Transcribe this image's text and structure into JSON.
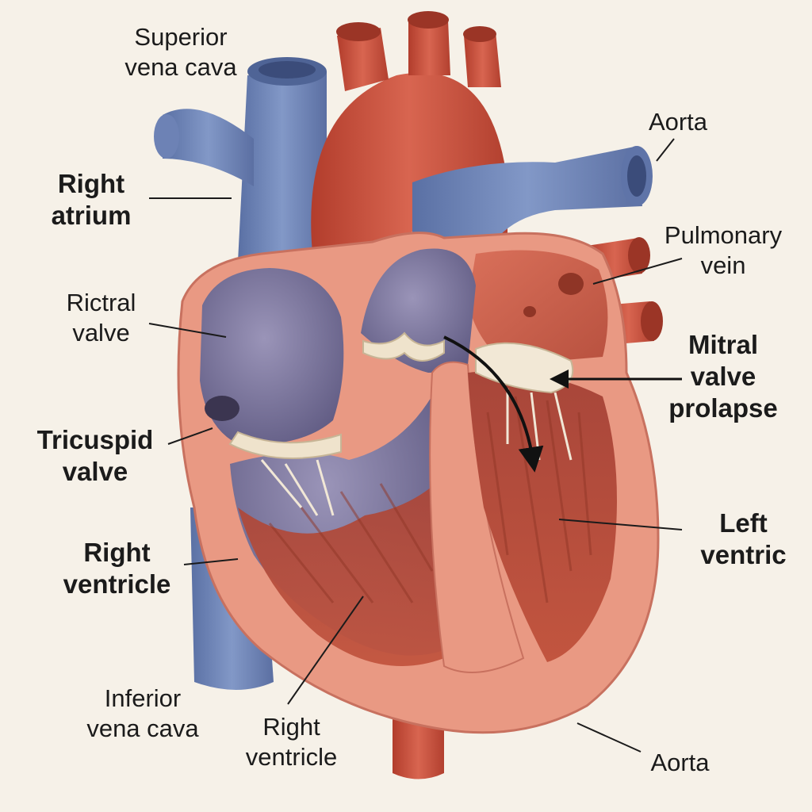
{
  "labels": {
    "superior_vena_cava": "Superior\nvena cava",
    "aorta_top": "Aorta",
    "right_atrium": "Right\natrium",
    "pulmonary_vein": "Pulmonary\nvein",
    "rictral_valve": "Rictral\nvalve",
    "mitral_valve_prolapse": "Mitral\nvalve\nprolapse",
    "tricuspid_valve": "Tricuspid\nvalve",
    "left_ventric": "Left\nventric",
    "right_ventricle_left": "Right\nventricle",
    "inferior_vena_cava": "Inferior\nvena cava",
    "right_ventricle_bottom": "Right\nventricle",
    "aorta_bottom": "Aorta"
  },
  "colors": {
    "background": "#f6f1e8",
    "vein_blue": "#6f86b8",
    "artery_red": "#c9503c",
    "wall_pink": "#e9937f",
    "chamber_purple": "#7e7a9e",
    "muscle_red": "#b24c3a",
    "valve_cream": "#efe3cc"
  }
}
